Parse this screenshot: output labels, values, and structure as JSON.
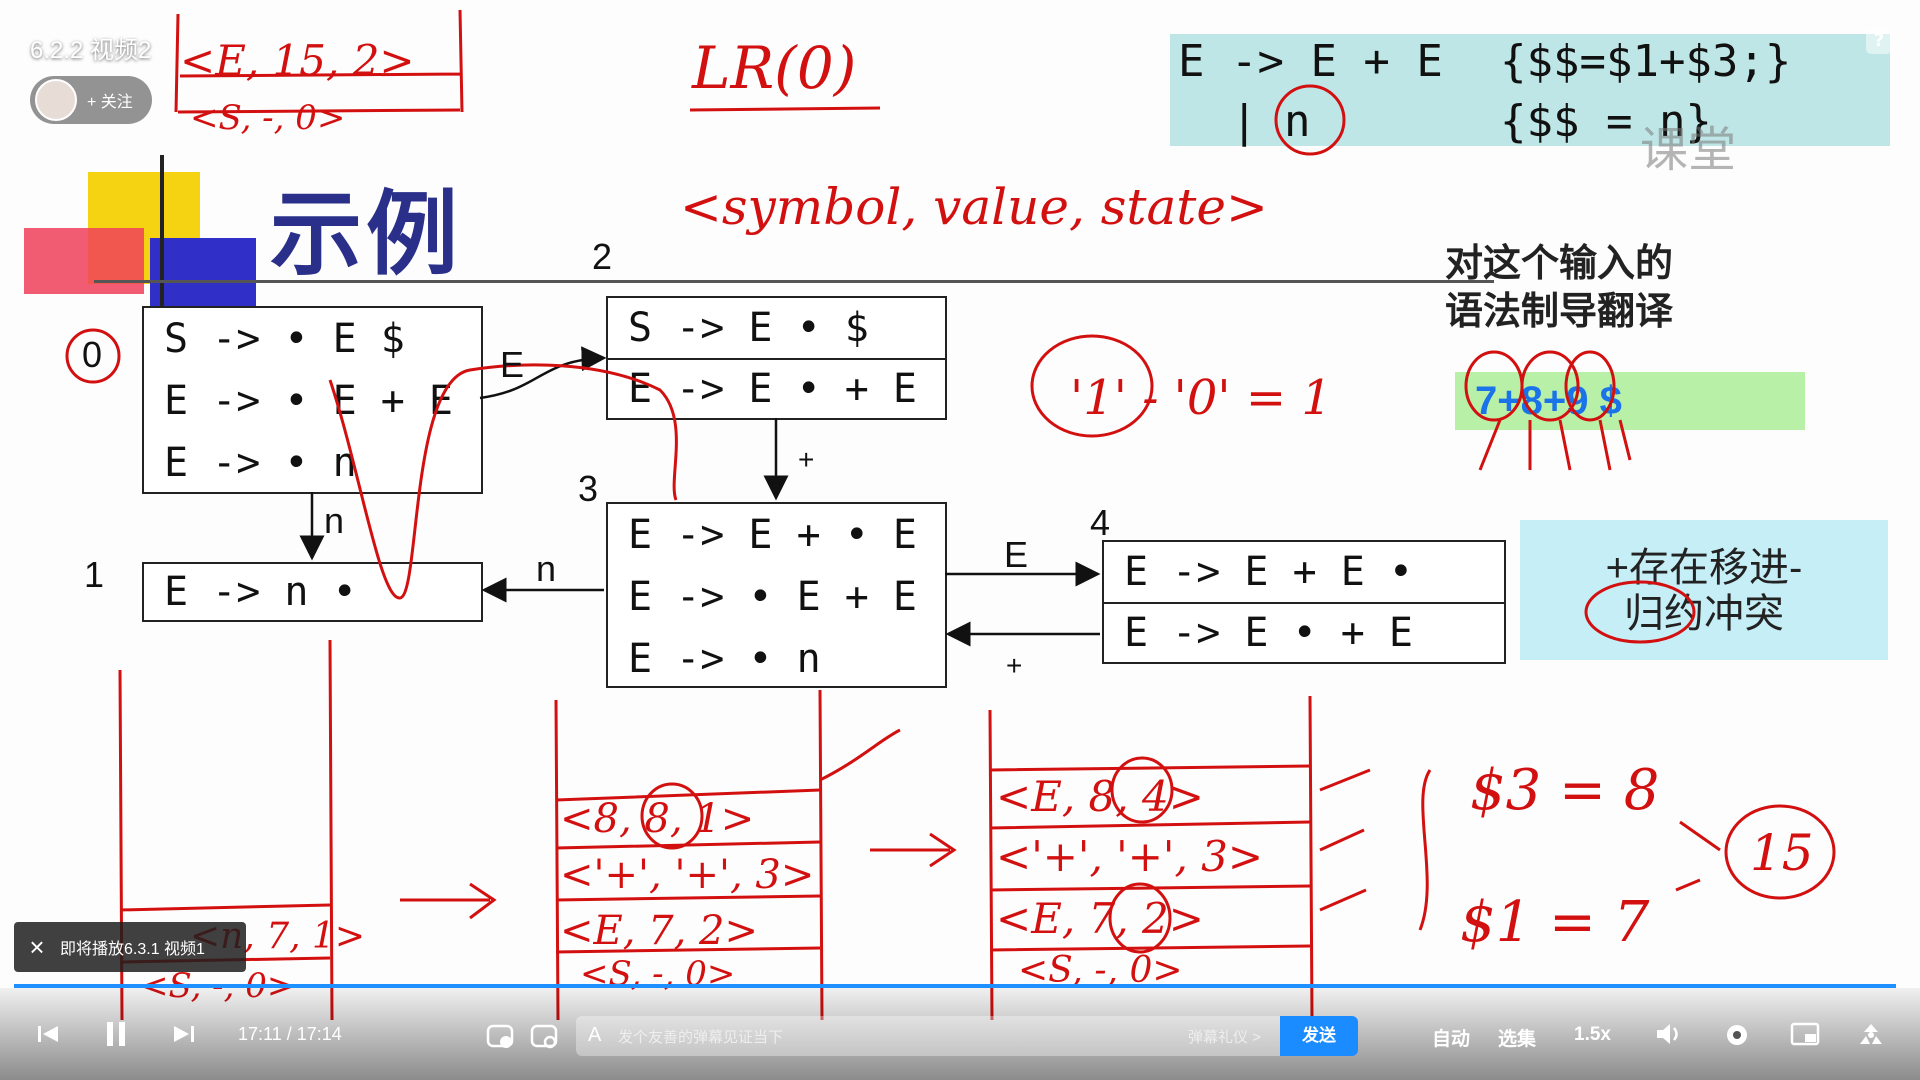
{
  "video": {
    "title": "6.2.2 视频2",
    "follow_label": "+ 关注",
    "help_icon": "?"
  },
  "slide": {
    "title": "示例",
    "grammar": {
      "rule1": "E -> E + E",
      "action1": "{$$=$1+$3;}",
      "rule2": "  | n",
      "action2": "{$$ = n}"
    },
    "watermark": "课堂",
    "note_line1": "对这个输入的",
    "note_line2": "语法制导翻译",
    "input": "7+8+9 $",
    "conflict_line1": "+存在移进-",
    "conflict_line2": "归约冲突",
    "states": [
      {
        "label": "0",
        "items": [
          "S -> • E $",
          "E -> • E + E",
          "E -> • n"
        ]
      },
      {
        "label": "1",
        "items": [
          "E -> n •"
        ]
      },
      {
        "label": "2",
        "items": [
          "S -> E • $",
          "E -> E • + E"
        ]
      },
      {
        "label": "3",
        "items": [
          "E -> E + • E",
          "E -> • E + E",
          "E -> • n"
        ]
      },
      {
        "label": "4",
        "items": [
          "E -> E + E •",
          "E -> E • + E"
        ]
      }
    ],
    "edges": {
      "e02": "E",
      "e01": "n",
      "e23": "+",
      "e31": "n",
      "e34": "E",
      "e43": "+"
    }
  },
  "annotations": {
    "lr0": "LR(0)",
    "tuple": "<symbol, value, state>",
    "top_stack_1": "<E, 15, 2>",
    "top_stack_2": "<S, -, 0>",
    "mid_note": "'1' - '0' = 1",
    "stack2": [
      "<8, 8, 1>",
      "<'+', '+', 3>",
      "<E, 7, 2>",
      "<S, -, 0>"
    ],
    "stack3": [
      "<E, 8, 4>",
      "<'+', '+', 3>",
      "<E, 7, 2>",
      "<S, -, 0>"
    ],
    "stack1": [
      "<n, 7, 1>",
      "<S, -, 0>"
    ],
    "eq1": "$3 = 8",
    "eq2": "$1 = 7",
    "result": "15"
  },
  "toast": {
    "text": "即将播放6.3.1 视频1"
  },
  "player": {
    "current_time": "17:11",
    "separator": "/",
    "duration": "17:14",
    "progress": 0.997,
    "danmu_placeholder": "发个友善的弹幕见证当下",
    "danmu_etiquette": "弹幕礼仪 >",
    "send_label": "发送",
    "auto_label": "自动",
    "episodes_label": "选集",
    "speed_label": "1.5x"
  },
  "colors": {
    "accent": "#1a8cff",
    "ink": "#d31010",
    "slide_title": "#2a2f8a"
  }
}
